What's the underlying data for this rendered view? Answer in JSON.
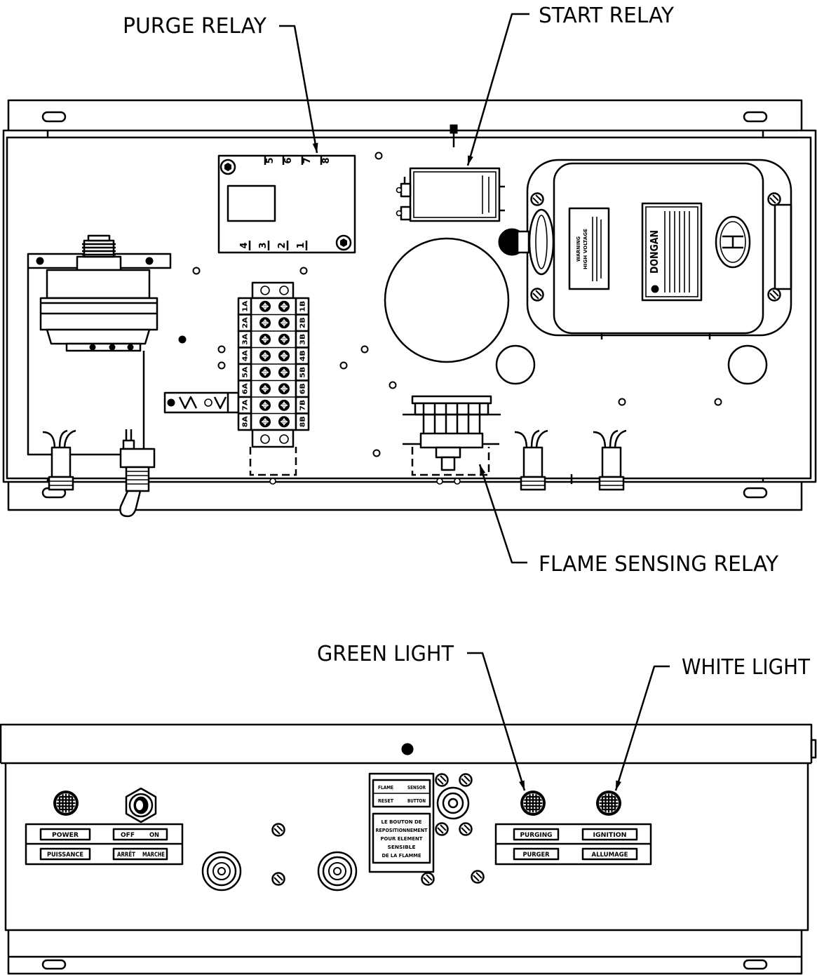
{
  "callouts": {
    "purge_relay": "PURGE RELAY",
    "start_relay": "START RELAY",
    "flame_sensing_relay": "FLAME SENSING RELAY",
    "green_light": "GREEN LIGHT",
    "white_light": "WHITE LIGHT"
  },
  "purge_relay": {
    "pins_top": [
      "5",
      "6",
      "7",
      "8"
    ],
    "pins_bottom": [
      "4",
      "3",
      "2",
      "1"
    ]
  },
  "terminal_block": {
    "left": [
      "1A",
      "2A",
      "3A",
      "4A",
      "5A",
      "6A",
      "7A",
      "8A"
    ],
    "right": [
      "1B",
      "2B",
      "3B",
      "4B",
      "5B",
      "6B",
      "7B",
      "8B"
    ]
  },
  "transformer": {
    "warning_title": "WARNING",
    "warning_text": "HIGH VOLTAGE",
    "brand": "DONGAN"
  },
  "front_panel": {
    "left_plate": {
      "power": "POWER",
      "off": "OFF",
      "on": "ON",
      "power_fr": "PUISSANCE",
      "off_fr": "ARRÊT",
      "on_fr": "MARCHE"
    },
    "reset_plate": {
      "line1_a": "FLAME",
      "line1_b": "SENSOR",
      "line2_a": "RESET",
      "line2_b": "BUTTON",
      "french": [
        "LE BOUTON DE",
        "REPOSITIONNEMENT",
        "POUR ELEMENT",
        "SENSIBLE",
        "DE LA FLAMME"
      ]
    },
    "right_plate": {
      "purging": "PURGING",
      "ignition": "IGNITION",
      "purging_fr": "PURGER",
      "ignition_fr": "ALLUMAGE"
    }
  }
}
